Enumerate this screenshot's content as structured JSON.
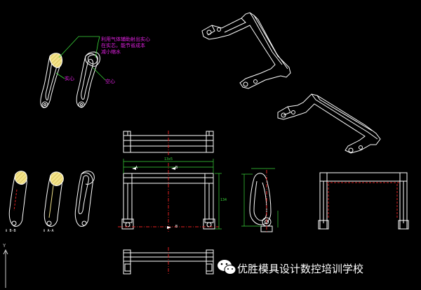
{
  "drawing": {
    "annotation_lines": [
      "利用气体辅助射出实心",
      "在实芯，能节省成本",
      "减小缩水"
    ],
    "label_solid": "实心",
    "label_hollow": "空心",
    "section_labels": [
      "Ⅱ B-B",
      "Ⅱ A-A"
    ],
    "dim_labels": {
      "a_marker": "A",
      "b_marker": "B",
      "width_dim": "13x5",
      "height_dim": "134"
    },
    "ucs_y": "Y",
    "colors": {
      "background": "#000000",
      "geometry": "#ffffff",
      "section_fill": "#f3e48a",
      "annotation": "#e020e0",
      "dimension": "#3ad63a",
      "centerline": "#e02020",
      "hidden": "#ffe000"
    }
  },
  "watermark": {
    "icon": "wechat-icon",
    "text": "优胜模具设计数控培训学校"
  }
}
